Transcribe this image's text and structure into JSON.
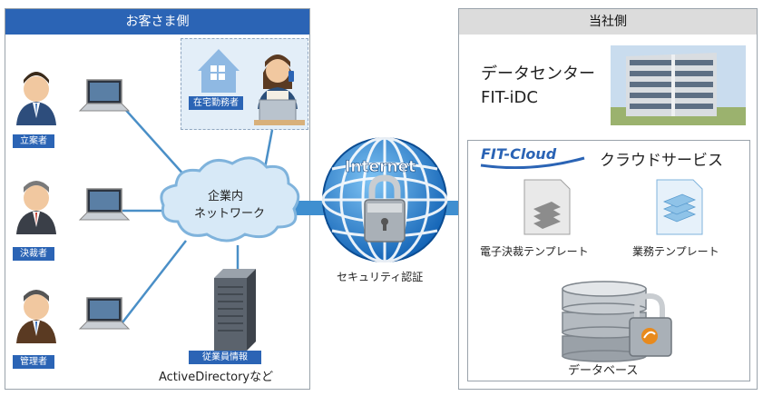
{
  "customer": {
    "title": "お客さま側",
    "remote_worker_label": "在宅勤務者",
    "roles": [
      "立案者",
      "決裁者",
      "管理者"
    ],
    "network_label_1": "企業内",
    "network_label_2": "ネットワーク",
    "server_badge": "従業員情報",
    "server_caption": "ActiveDirectoryなど"
  },
  "internet": {
    "title": "Internet",
    "caption": "セキュリティ認証"
  },
  "company": {
    "title": "当社側",
    "datacenter_line1": "データセンター",
    "datacenter_line2": "FIT-iDC",
    "cloud_logo": "FIT-Cloud",
    "cloud_service": "クラウドサービス",
    "template_1": "電子決裁テンプレート",
    "template_2": "業務テンプレート",
    "database": "データベース"
  },
  "colors": {
    "customer_header": "#2b64b5",
    "company_header": "#dcdcdc",
    "link": "#4a8fc7",
    "arrow": "#3f8fd0"
  }
}
